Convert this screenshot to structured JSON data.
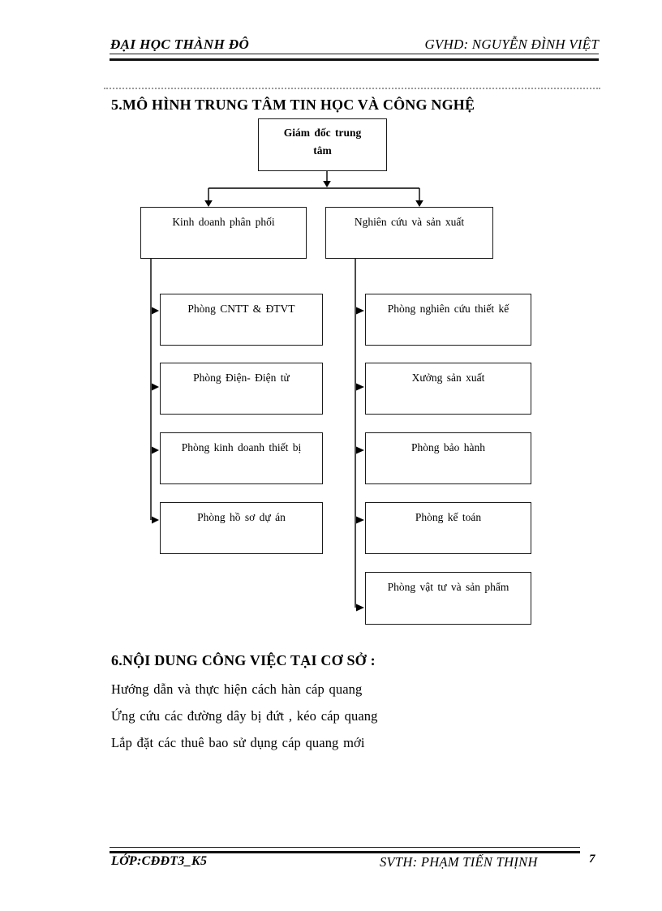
{
  "header": {
    "left": "ĐẠI HỌC THÀNH ĐÔ",
    "right": "GVHD: NGUYỄN ĐÌNH VIỆT"
  },
  "footer": {
    "left": "LỚP:CĐĐT3_K5",
    "right": "SVTH: PHẠM TIẾN THỊNH",
    "page_number": "7"
  },
  "sections": {
    "s5_title": "5.MÔ HÌNH TRUNG TÂM TIN HỌC VÀ CÔNG NGHỆ",
    "s6_title": "6.NỘI DUNG CÔNG VIỆC TẠI CƠ SỞ :",
    "s6_lines": [
      "Hướng dẫn và thực hiện cách hàn cáp quang",
      "Ứng cứu các đường dây bị đứt , kéo cáp quang",
      "Lắp đặt các thuê bao sử dụng cáp quang mới"
    ]
  },
  "org_chart": {
    "root": "Giám đốc trung tâm",
    "branches": [
      {
        "label": "Kinh doanh phân phối",
        "children": [
          "Phòng CNTT & ĐTVT",
          "Phòng Điện- Điện tử",
          "Phòng kinh doanh thiết bị",
          "Phòng hồ sơ dự án"
        ]
      },
      {
        "label": "Nghiên cứu và sản xuất",
        "children": [
          "Phòng nghiên cứu thiết kế",
          "Xưởng sản xuất",
          "Phòng bảo hành",
          "Phòng kế toán",
          "Phòng vật tư và sản phẩm"
        ]
      }
    ]
  },
  "colors": {
    "ink": "#000000",
    "paper": "#ffffff",
    "dotted_rule": "#9a9a9a"
  }
}
